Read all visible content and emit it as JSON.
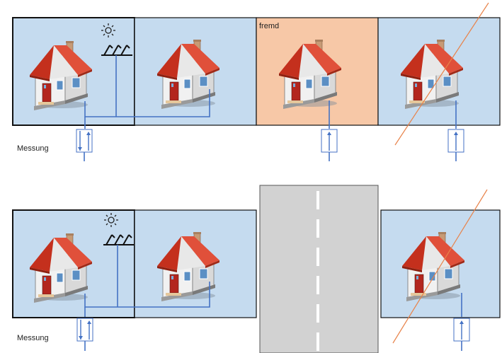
{
  "top_row": {
    "measurement_label": "Messung",
    "foreign_label": "fremd"
  },
  "bottom_row": {
    "measurement_label": "Messung"
  },
  "colors": {
    "plot_fill": "#c5dbef",
    "foreign_fill": "#f7c8a7",
    "road_fill": "#d2d2d2",
    "line": "#4472c4",
    "cross": "#e8834a"
  },
  "icons": [
    "house-icon",
    "sun-icon",
    "solar-panel-icon",
    "meter-icon",
    "road"
  ]
}
